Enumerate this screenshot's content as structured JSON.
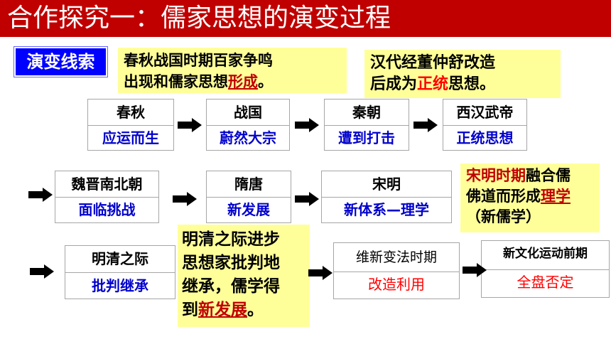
{
  "title": "合作探究一：儒家思想的演变过程",
  "badge": "演变线索",
  "notes": {
    "n1": {
      "lines": [
        "春秋战国时期百家争鸣",
        "出现和儒家思想",
        "形成",
        "。"
      ]
    },
    "n2": {
      "lines": [
        "汉代经董仲舒改造",
        "后成为",
        "正统",
        "思想。"
      ]
    },
    "n3": {
      "lines": [
        "宋明时期",
        "融合儒",
        "佛道而形成",
        "理学",
        "（新儒学）"
      ]
    },
    "n4": {
      "lines": [
        "明清之际进步",
        "思想家批判地",
        "继承，儒学得",
        "到",
        "新发展",
        "。"
      ]
    }
  },
  "stages": [
    {
      "period": "春秋",
      "desc": "应运而生"
    },
    {
      "period": "战国",
      "desc": "蔚然大宗"
    },
    {
      "period": "秦朝",
      "desc": "遭到打击"
    },
    {
      "period": "西汉武帝",
      "desc": "正统思想"
    },
    {
      "period": "魏晋南北朝",
      "desc": "面临挑战"
    },
    {
      "period": "隋唐",
      "desc": "新发展"
    },
    {
      "period": "宋明",
      "desc": "新体系—理学"
    },
    {
      "period": "明清之际",
      "desc": "批判继承"
    },
    {
      "period": "维新变法时期",
      "desc": "改造利用"
    },
    {
      "period": "新文化运动前期",
      "desc": "全盘否定"
    }
  ],
  "colors": {
    "header": "#c00000",
    "badge": "#0000ff",
    "desc_blue": "#0000cc",
    "desc_red": "#ff0000",
    "note_red": "#c00000",
    "note_bg": "#ffff99"
  }
}
